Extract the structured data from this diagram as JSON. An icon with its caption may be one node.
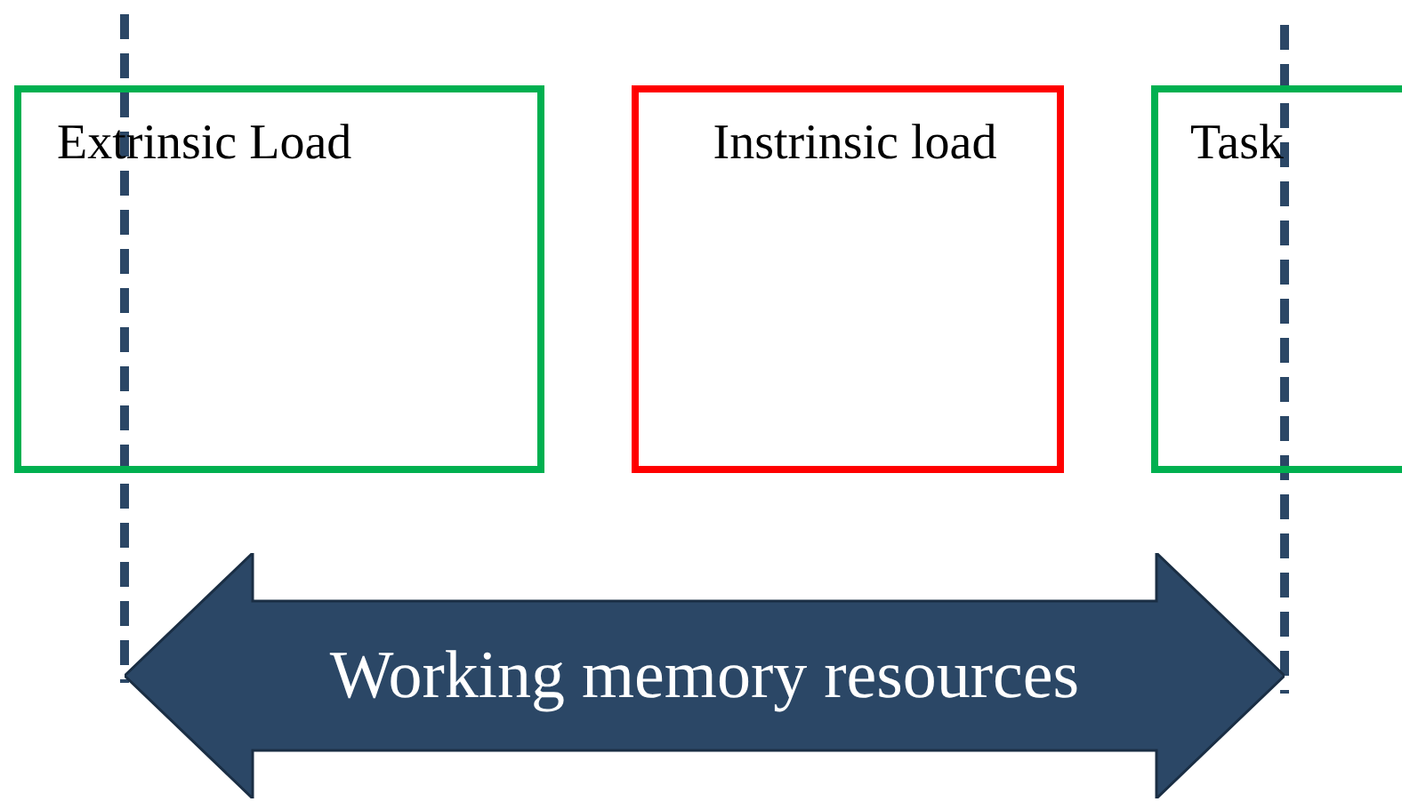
{
  "diagram": {
    "nodes": [
      {
        "text": [
          "Extrinsic Load"
        ]
      },
      {
        "text": [
          "Instrinsic load"
        ]
      },
      {
        "text": [
          "Task"
        ]
      },
      {
        "text": [
          "Working memory resources"
        ]
      }
    ],
    "edges": []
  }
}
